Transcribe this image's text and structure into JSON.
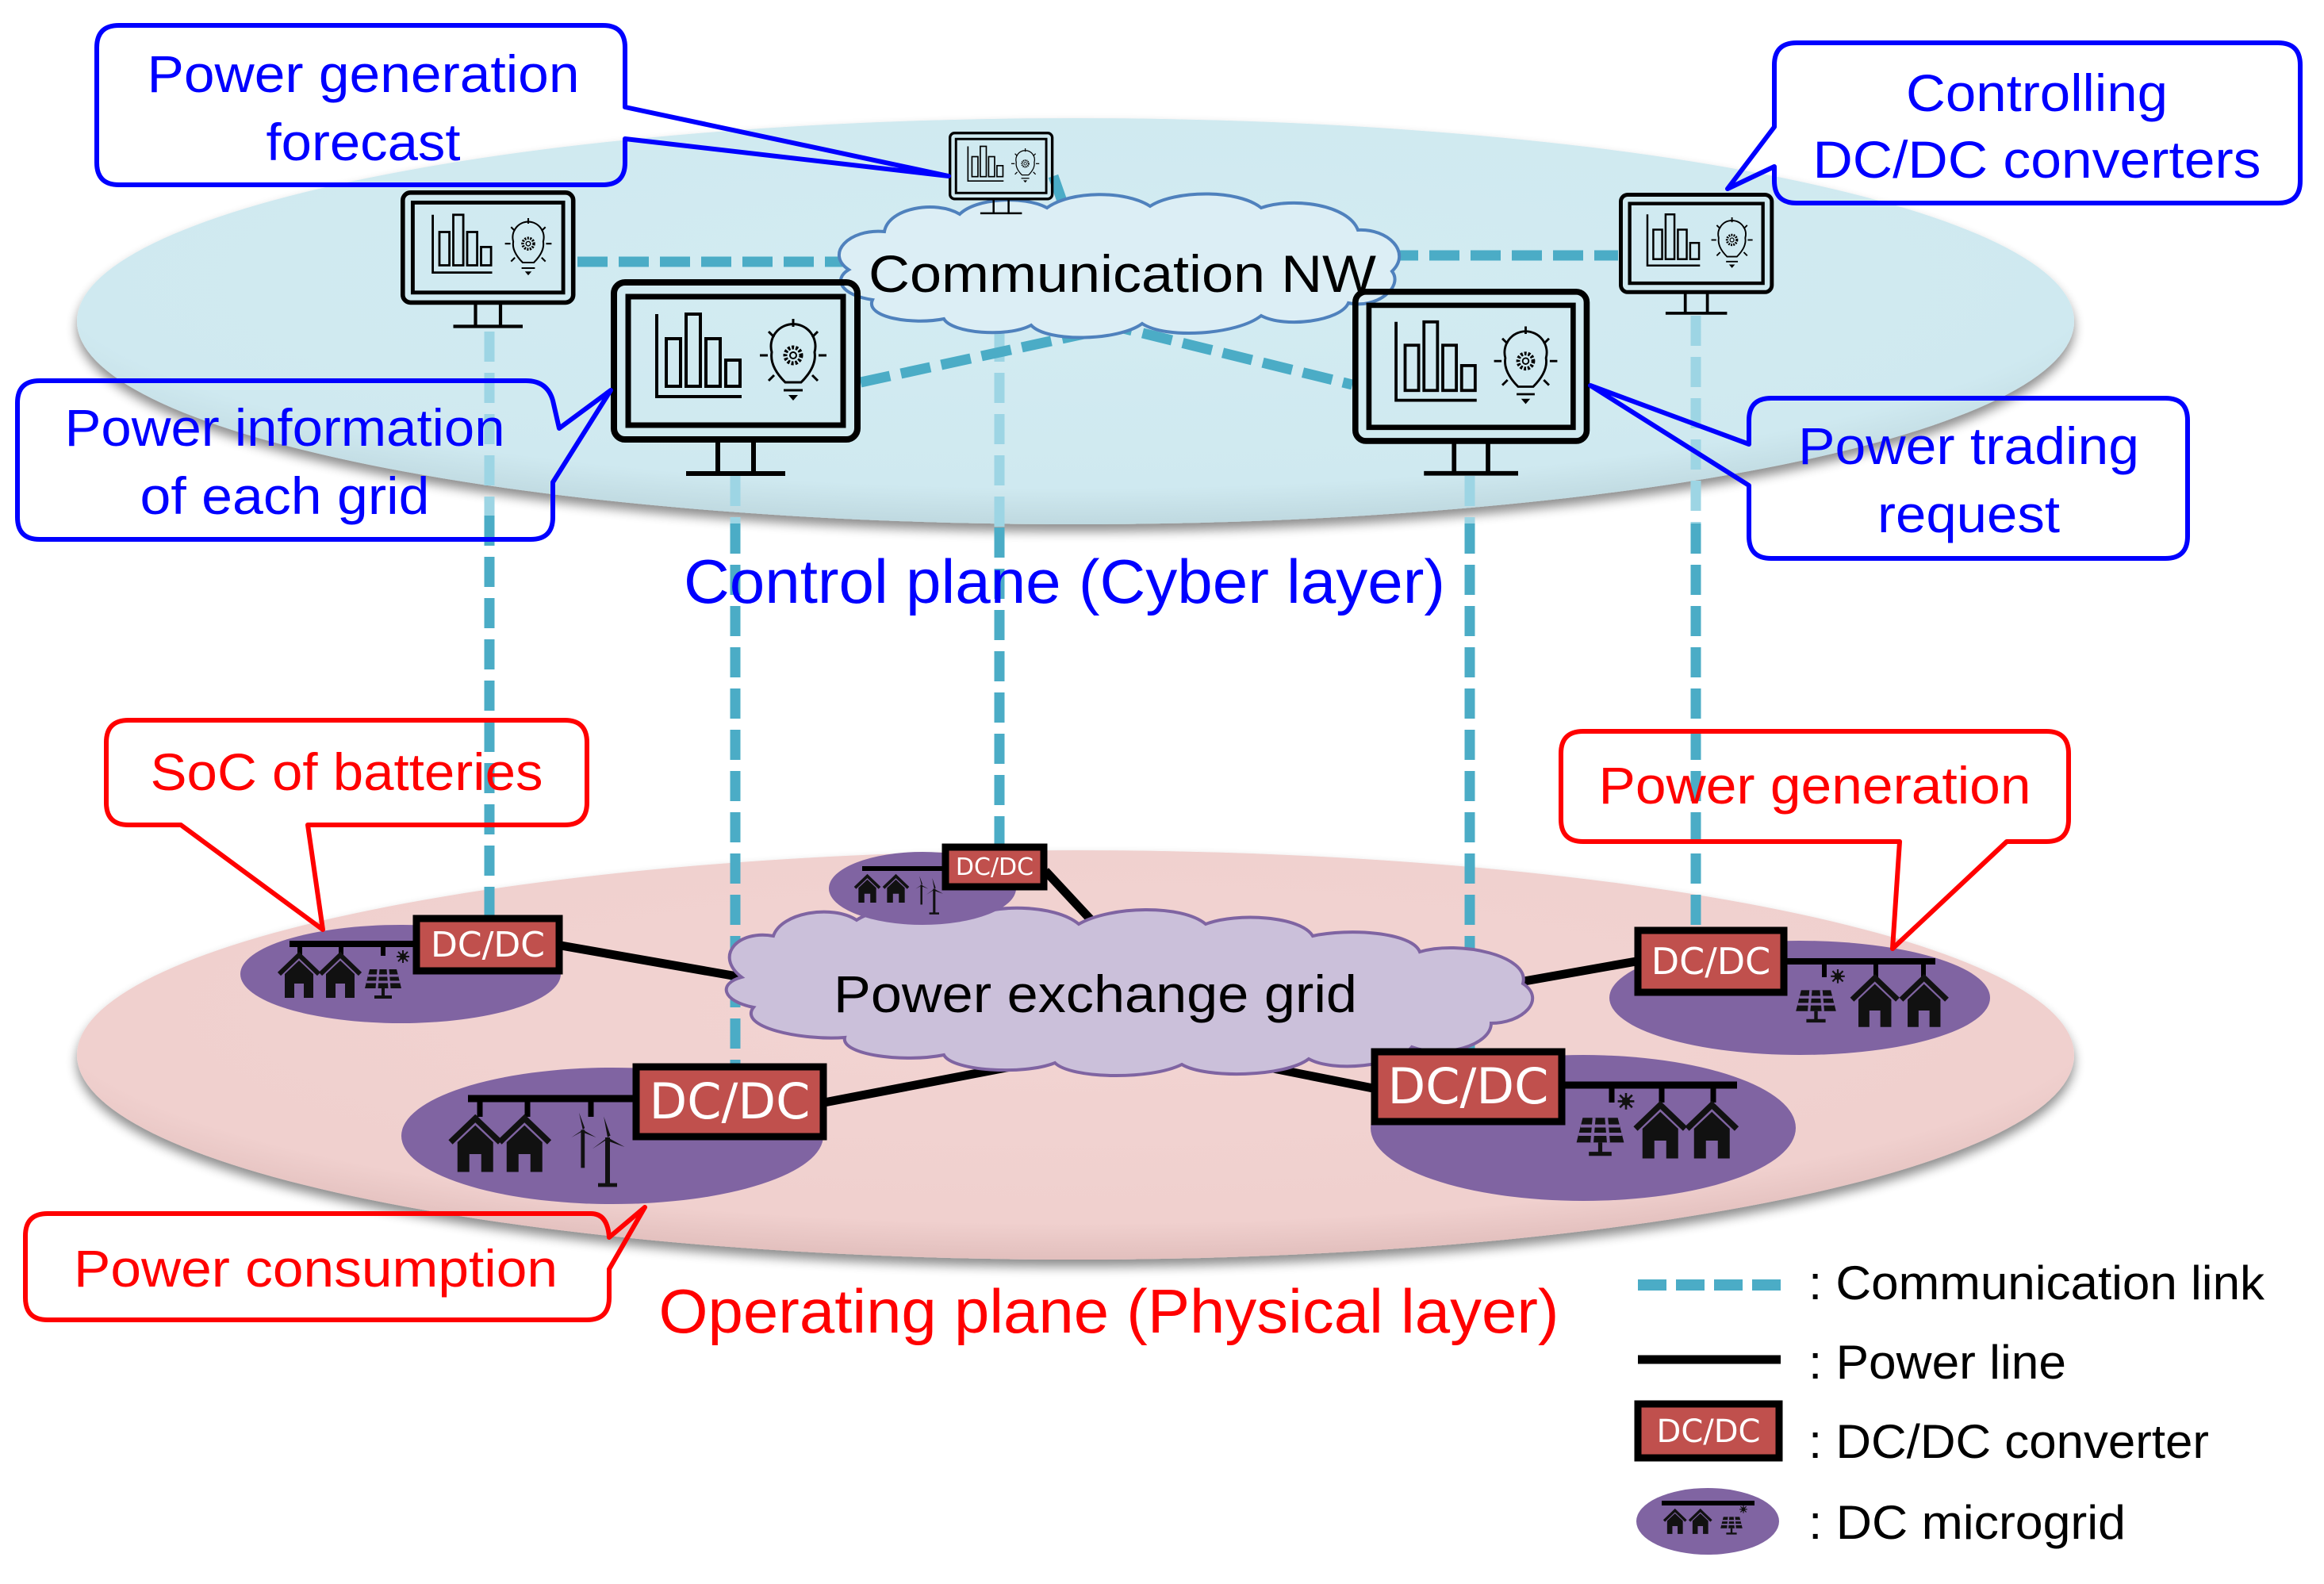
{
  "diagram": {
    "control_plane": {
      "label": "Control plane (Cyber layer)",
      "network_label": "Communication NW",
      "callouts": [
        {
          "id": "forecast",
          "lines": [
            "Power generation",
            "forecast"
          ]
        },
        {
          "id": "controlling",
          "lines": [
            "Controlling",
            "DC/DC converters"
          ]
        },
        {
          "id": "power-info",
          "lines": [
            "Power information",
            "of each grid"
          ]
        },
        {
          "id": "trading",
          "lines": [
            "Power trading",
            "request"
          ]
        }
      ],
      "monitor_icon": "monitor-chart-lightbulb-icon",
      "monitor_count": 5
    },
    "operating_plane": {
      "label": "Operating plane (Physical layer)",
      "grid_label": "Power exchange grid",
      "converter_label": "DC/DC",
      "callouts": [
        {
          "id": "soc",
          "lines": [
            "SoC of batteries"
          ]
        },
        {
          "id": "generation",
          "lines": [
            "Power generation"
          ]
        },
        {
          "id": "consumption",
          "lines": [
            "Power consumption"
          ]
        }
      ],
      "microgrids": [
        {
          "id": "west",
          "sources": [
            "house-icon",
            "house-icon",
            "solar-panel-icon"
          ]
        },
        {
          "id": "north",
          "sources": [
            "house-icon",
            "house-icon",
            "wind-turbine-icon"
          ]
        },
        {
          "id": "southwest",
          "sources": [
            "house-icon",
            "house-icon",
            "wind-turbine-icon"
          ]
        },
        {
          "id": "southeast",
          "sources": [
            "solar-panel-icon",
            "house-icon",
            "house-icon"
          ]
        },
        {
          "id": "east",
          "sources": [
            "solar-panel-icon",
            "house-icon",
            "house-icon"
          ]
        }
      ]
    },
    "legend": [
      {
        "symbol": "dashed-line",
        "label": ": Communication link"
      },
      {
        "symbol": "solid-line",
        "label": ": Power line"
      },
      {
        "symbol": "dcdc-box",
        "label": ": DC/DC converter",
        "box_label": "DC/DC"
      },
      {
        "symbol": "microgrid-ellipse",
        "label": ": DC microgrid"
      }
    ],
    "colors": {
      "cyber_plane": "#D2EBF1",
      "physical_plane": "#F2D3D1",
      "communication_link": "#4BACC6",
      "converter_fill": "#C0504D",
      "microgrid_fill": "#8064A2",
      "exchange_cloud": "#CBC0DA",
      "cyber_text": "#0000FF",
      "physical_text": "#FF0000"
    }
  }
}
